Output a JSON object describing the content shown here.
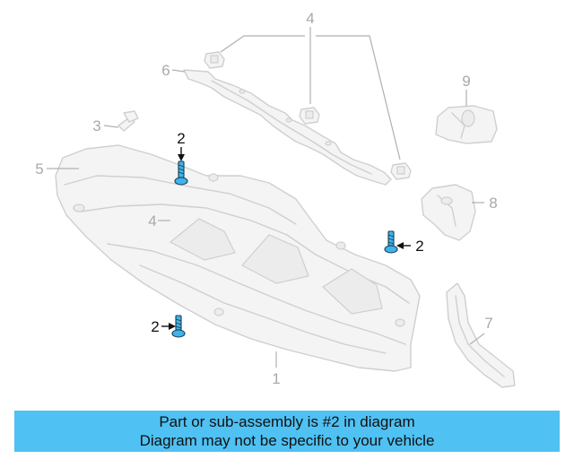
{
  "banner": {
    "line1": "Part or sub-assembly is #2 in diagram",
    "line2": "Diagram may not be specific to your vehicle"
  },
  "callouts": {
    "part1": "1",
    "part2a": "2",
    "part2b": "2",
    "part2c": "2",
    "part3": "3",
    "part4a": "4",
    "part4b": "4",
    "part5": "5",
    "part6": "6",
    "part7": "7",
    "part8": "8",
    "part9": "9"
  },
  "highlighted_part": "2",
  "colors": {
    "highlight_part": "#3db4ea",
    "banner_background": "#4fc1f3",
    "ghost_outline": "#cfcfcf",
    "callout_inactive": "#a9a9a9",
    "callout_active": "#111111"
  }
}
